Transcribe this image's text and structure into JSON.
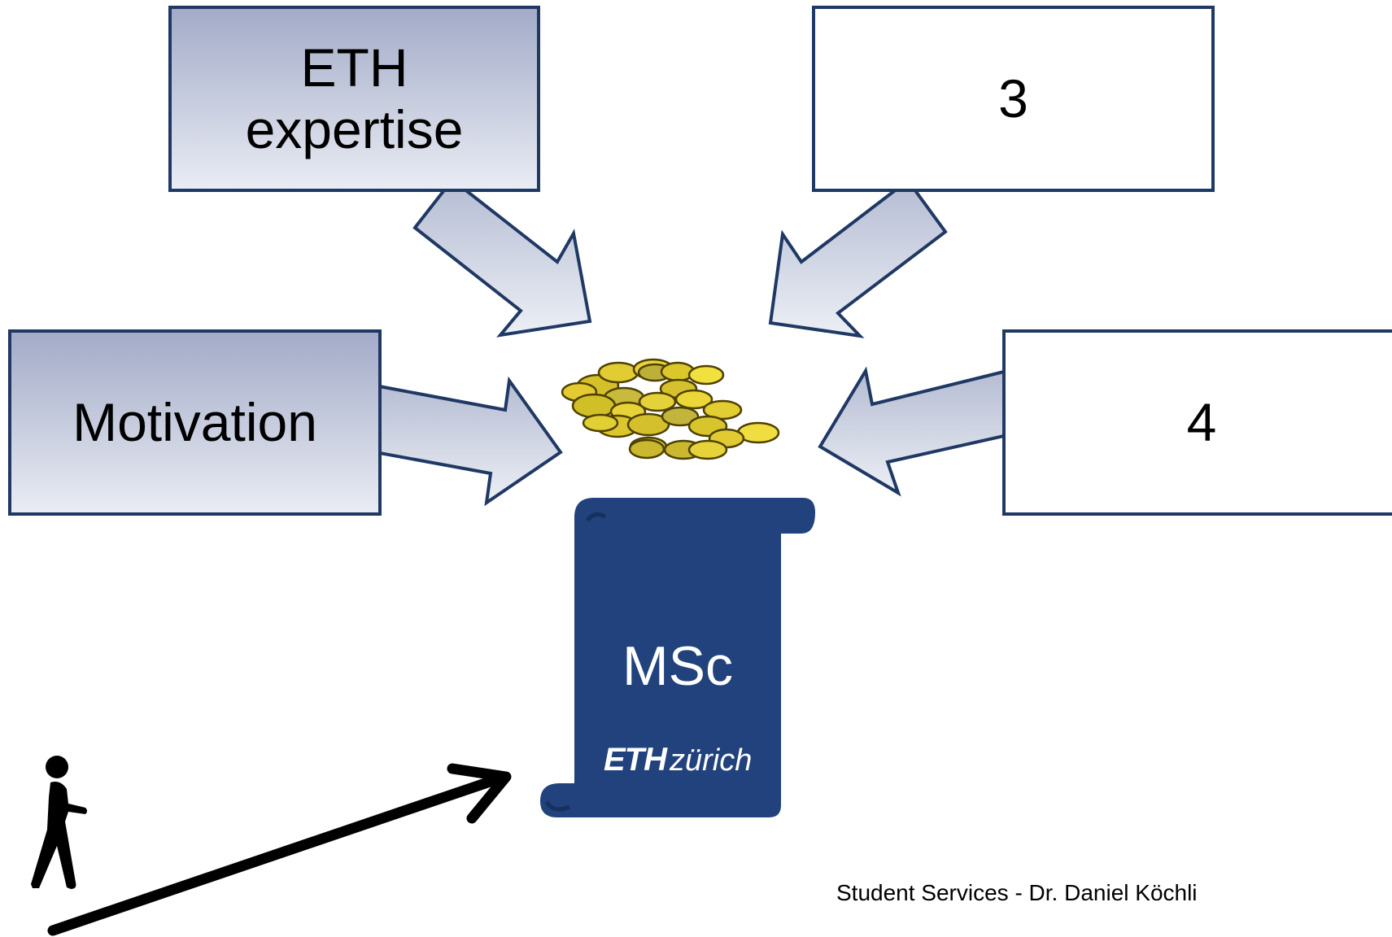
{
  "boxes": {
    "eth_expertise": {
      "line1": "ETH",
      "line2": "expertise"
    },
    "three": "3",
    "motivation": "Motivation",
    "four": "4"
  },
  "scroll": {
    "title": "MSc",
    "logo_eth": "ETH",
    "logo_city": "zürich"
  },
  "footer": "Student Services - Dr. Daniel Köchli",
  "colors": {
    "box_border": "#1f3864",
    "box_gradient_top": "#a3abc8",
    "box_gradient_bottom": "#e9ecf3",
    "scroll_fill": "#21427c",
    "coin_fill": "#d9c12a",
    "coin_edge": "#5a4a00"
  },
  "icons": [
    "walking-person-icon",
    "coins-icon",
    "diploma-scroll-icon"
  ]
}
